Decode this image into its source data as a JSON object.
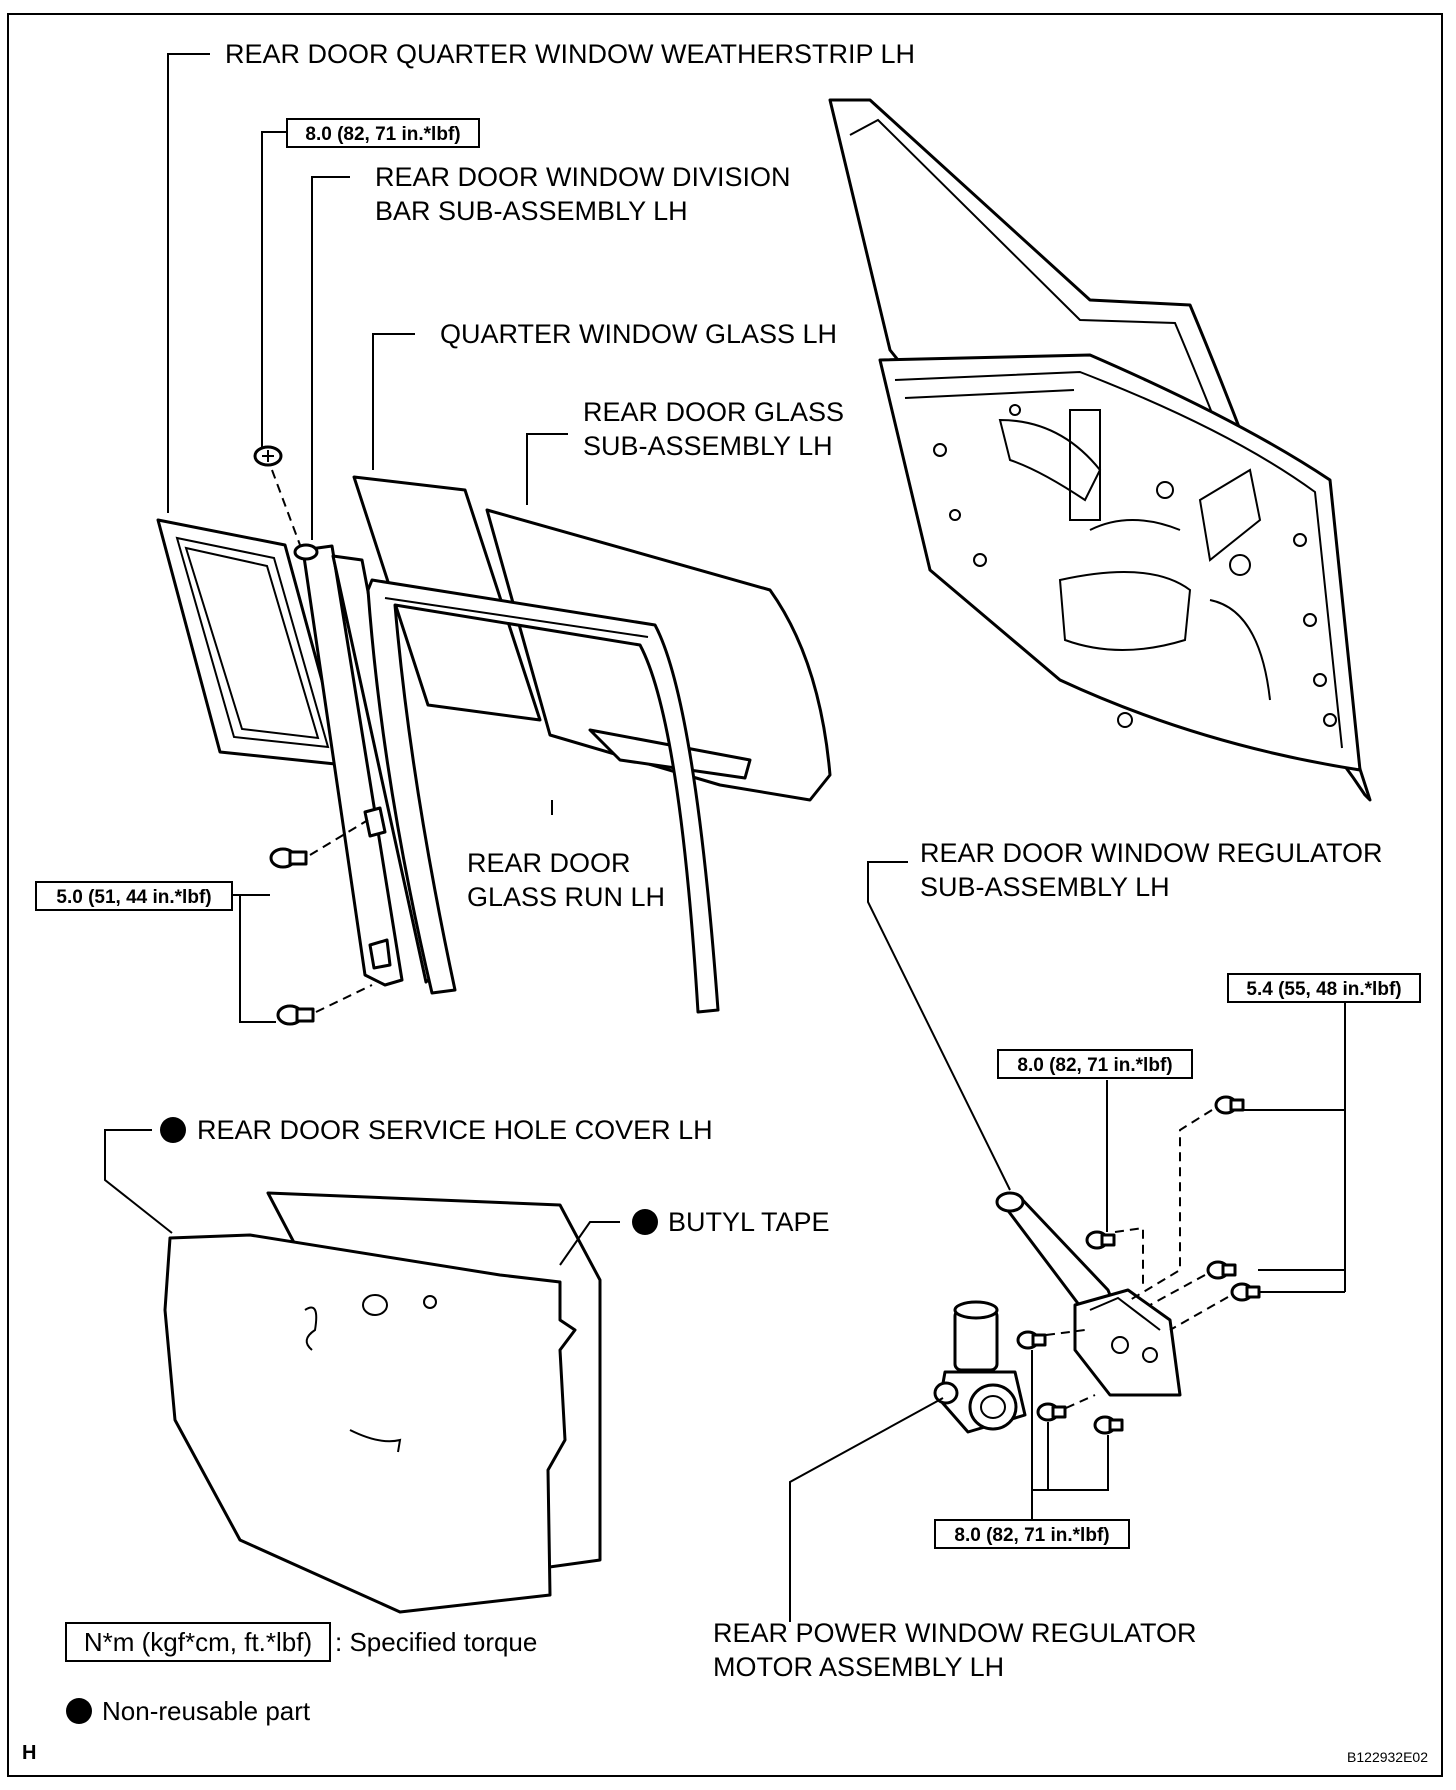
{
  "labels": {
    "weatherstrip": "REAR DOOR QUARTER WINDOW WEATHERSTRIP LH",
    "division_bar_line1": "REAR DOOR WINDOW DIVISION",
    "division_bar_line2": "BAR SUB-ASSEMBLY LH",
    "quarter_glass": "QUARTER WINDOW GLASS LH",
    "door_glass_line1": "REAR DOOR GLASS",
    "door_glass_line2": "SUB-ASSEMBLY LH",
    "glass_run_line1": "REAR DOOR",
    "glass_run_line2": "GLASS RUN LH",
    "regulator_line1": "REAR DOOR WINDOW REGULATOR",
    "regulator_line2": "SUB-ASSEMBLY LH",
    "service_cover": "REAR DOOR SERVICE HOLE COVER LH",
    "butyl_tape": "BUTYL TAPE",
    "motor_line1": "REAR POWER WINDOW REGULATOR",
    "motor_line2": "MOTOR ASSEMBLY LH"
  },
  "torques": {
    "division_bar_screw": "8.0 (82, 71 in.*lbf)",
    "glass_run_bolts": "5.0 (51, 44 in.*lbf)",
    "regulator_upper_bolts": "5.4 (55, 48 in.*lbf)",
    "regulator_mid_bolt": "8.0 (82, 71 in.*lbf)",
    "motor_bolts": "8.0 (82, 71 in.*lbf)"
  },
  "legend": {
    "torque_unit": "N*m (kgf*cm, ft.*lbf)",
    "torque_desc": ": Specified torque",
    "non_reusable": "Non-reusable part"
  },
  "corner_letter": "H",
  "figure_code": "B122932E02"
}
